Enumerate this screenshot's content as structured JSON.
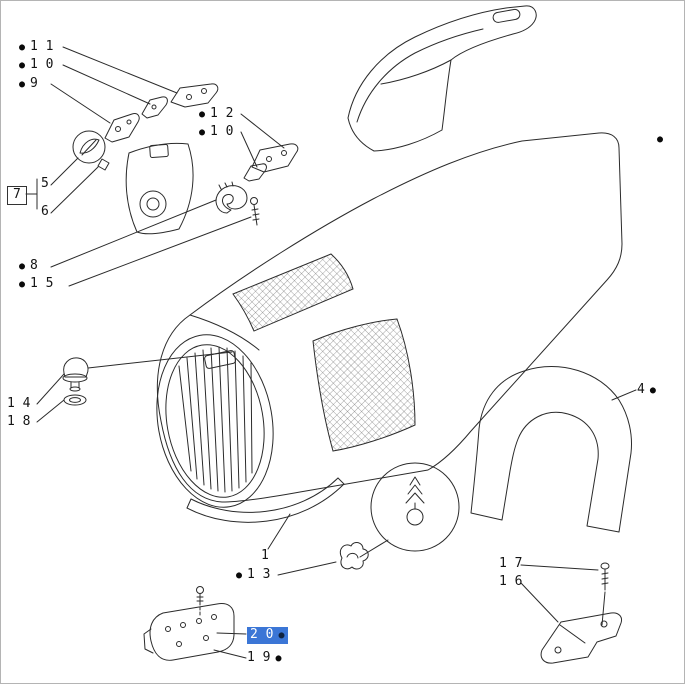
{
  "icons": {
    "bullet": "●"
  },
  "colors": {
    "page_bg": "#ffffff",
    "page_border": "#b4b4b4",
    "line_color": "#2b2b2b",
    "mesh_color": "#5a5a5a",
    "highlight_bg": "#3b76d6",
    "highlight_fg": "#ffffff"
  },
  "callouts": [
    {
      "part": "11",
      "text": "1 1",
      "bullet": "before",
      "selected": false
    },
    {
      "part": "10",
      "text": "1 0",
      "bullet": "before",
      "selected": false
    },
    {
      "part": "9",
      "text": "9",
      "bullet": "before",
      "selected": false
    },
    {
      "part": "7",
      "text": "7",
      "bullet": "none",
      "selected": false
    },
    {
      "part": "5",
      "text": "5",
      "bullet": "none",
      "selected": false
    },
    {
      "part": "6",
      "text": "6",
      "bullet": "none",
      "selected": false
    },
    {
      "part": "8",
      "text": "8",
      "bullet": "before",
      "selected": false
    },
    {
      "part": "15",
      "text": "1 5",
      "bullet": "before",
      "selected": false
    },
    {
      "part": "12",
      "text": "1 2",
      "bullet": "before",
      "selected": false
    },
    {
      "part": "10b",
      "text": "1 0",
      "bullet": "before",
      "selected": false
    },
    {
      "part": "hood",
      "text": "",
      "bullet": "only",
      "selected": false
    },
    {
      "part": "14",
      "text": "1 4",
      "bullet": "none",
      "selected": false
    },
    {
      "part": "18",
      "text": "1 8",
      "bullet": "none",
      "selected": false
    },
    {
      "part": "4",
      "text": "4",
      "bullet": "after",
      "selected": false
    },
    {
      "part": "1",
      "text": "1",
      "bullet": "none",
      "selected": false
    },
    {
      "part": "13",
      "text": "1 3",
      "bullet": "before",
      "selected": false
    },
    {
      "part": "17",
      "text": "1 7",
      "bullet": "none",
      "selected": false
    },
    {
      "part": "16",
      "text": "1 6",
      "bullet": "none",
      "selected": false
    },
    {
      "part": "20",
      "text": "2 0",
      "bullet": "after",
      "selected": true
    },
    {
      "part": "19",
      "text": "1 9",
      "bullet": "after",
      "selected": false
    }
  ]
}
